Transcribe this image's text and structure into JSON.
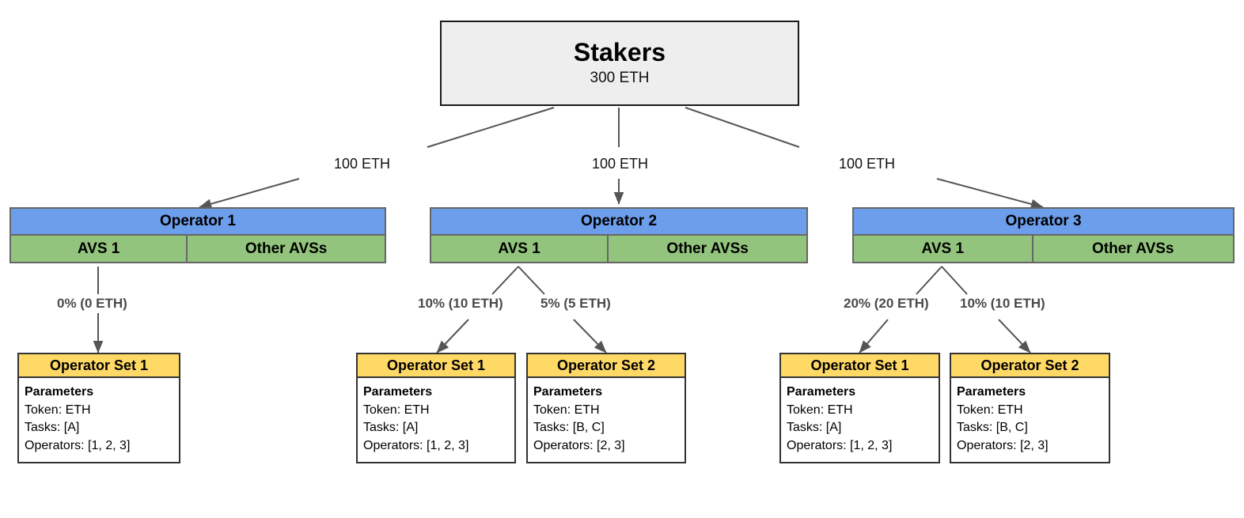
{
  "diagram": {
    "title": "EigenLayer staker / operator / operator set allocation diagram",
    "colors": {
      "root_fill": "#eeeeee",
      "operator_header": "#6d9eeb",
      "avs_cell": "#93c47d",
      "operator_set_header": "#ffd966",
      "edge_stroke": "#555555",
      "label_gray": "#4a4a4a"
    },
    "root": {
      "title": "Stakers",
      "amount": "300 ETH"
    },
    "stake_edges": [
      {
        "label": "100 ETH"
      },
      {
        "label": "100 ETH"
      },
      {
        "label": "100 ETH"
      }
    ],
    "operators": [
      {
        "name": "Operator 1",
        "avs_primary": "AVS 1",
        "avs_other": "Other AVSs",
        "allocations": [
          {
            "label": "0% (0 ETH)"
          }
        ],
        "operator_sets": [
          {
            "title": "Operator Set 1",
            "params_title": "Parameters",
            "token": "Token: ETH",
            "tasks": "Tasks: [A]",
            "operators": "Operators: [1, 2, 3]"
          }
        ]
      },
      {
        "name": "Operator 2",
        "avs_primary": "AVS 1",
        "avs_other": "Other AVSs",
        "allocations": [
          {
            "label": "10% (10 ETH)"
          },
          {
            "label": "5% (5 ETH)"
          }
        ],
        "operator_sets": [
          {
            "title": "Operator Set 1",
            "params_title": "Parameters",
            "token": "Token: ETH",
            "tasks": "Tasks: [A]",
            "operators": "Operators: [1, 2, 3]"
          },
          {
            "title": "Operator Set 2",
            "params_title": "Parameters",
            "token": "Token: ETH",
            "tasks": "Tasks: [B, C]",
            "operators": "Operators: [2, 3]"
          }
        ]
      },
      {
        "name": "Operator 3",
        "avs_primary": "AVS 1",
        "avs_other": "Other AVSs",
        "allocations": [
          {
            "label": "20% (20 ETH)"
          },
          {
            "label": "10% (10 ETH)"
          }
        ],
        "operator_sets": [
          {
            "title": "Operator Set 1",
            "params_title": "Parameters",
            "token": "Token: ETH",
            "tasks": "Tasks: [A]",
            "operators": "Operators: [1, 2, 3]"
          },
          {
            "title": "Operator Set 2",
            "params_title": "Parameters",
            "token": "Token: ETH",
            "tasks": "Tasks: [B, C]",
            "operators": "Operators: [2, 3]"
          }
        ]
      }
    ]
  }
}
